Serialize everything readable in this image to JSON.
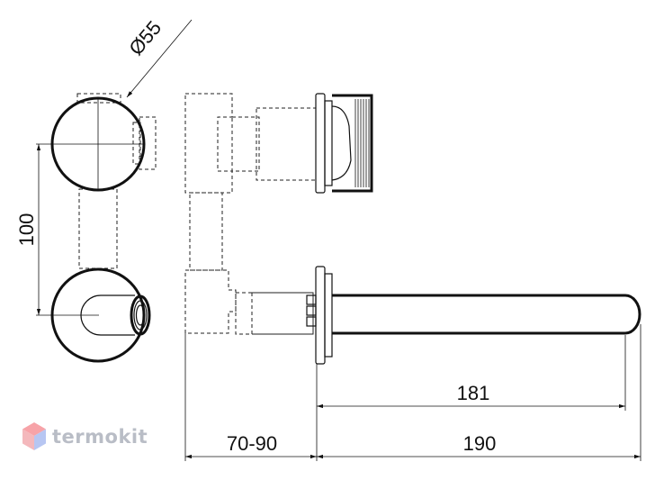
{
  "dimensions": {
    "diameter": "Ø55",
    "spacing": "100",
    "spout_length": "181",
    "total_length": "190",
    "wall_depth": "70-90"
  },
  "brand": {
    "name": "termokit",
    "logo_icon": "hexagon-cube-icon",
    "logo_colors": [
      "#f7a3a8",
      "#b7c6f2"
    ]
  }
}
